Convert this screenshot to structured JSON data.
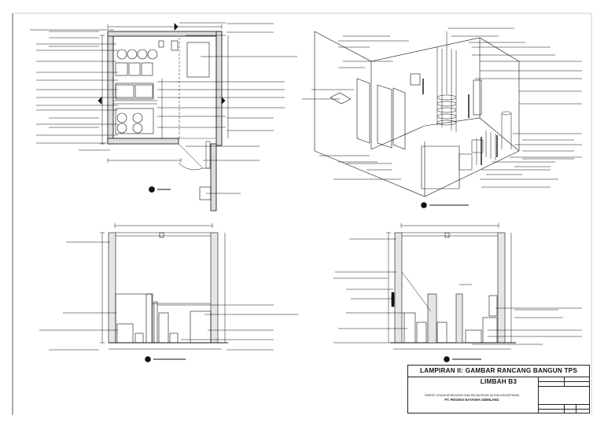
{
  "sheet_title": "LAMPIRAN II: GAMBAR RANCANG BANGUN TPS LIMBAH B3",
  "facility_line": "TEMPAT USAHA KESEHATAN DAN KECANTIKAN (KLINIK KECANTIKAN)",
  "company_line": "PT. PESONA NATASHA GEMILANG"
}
